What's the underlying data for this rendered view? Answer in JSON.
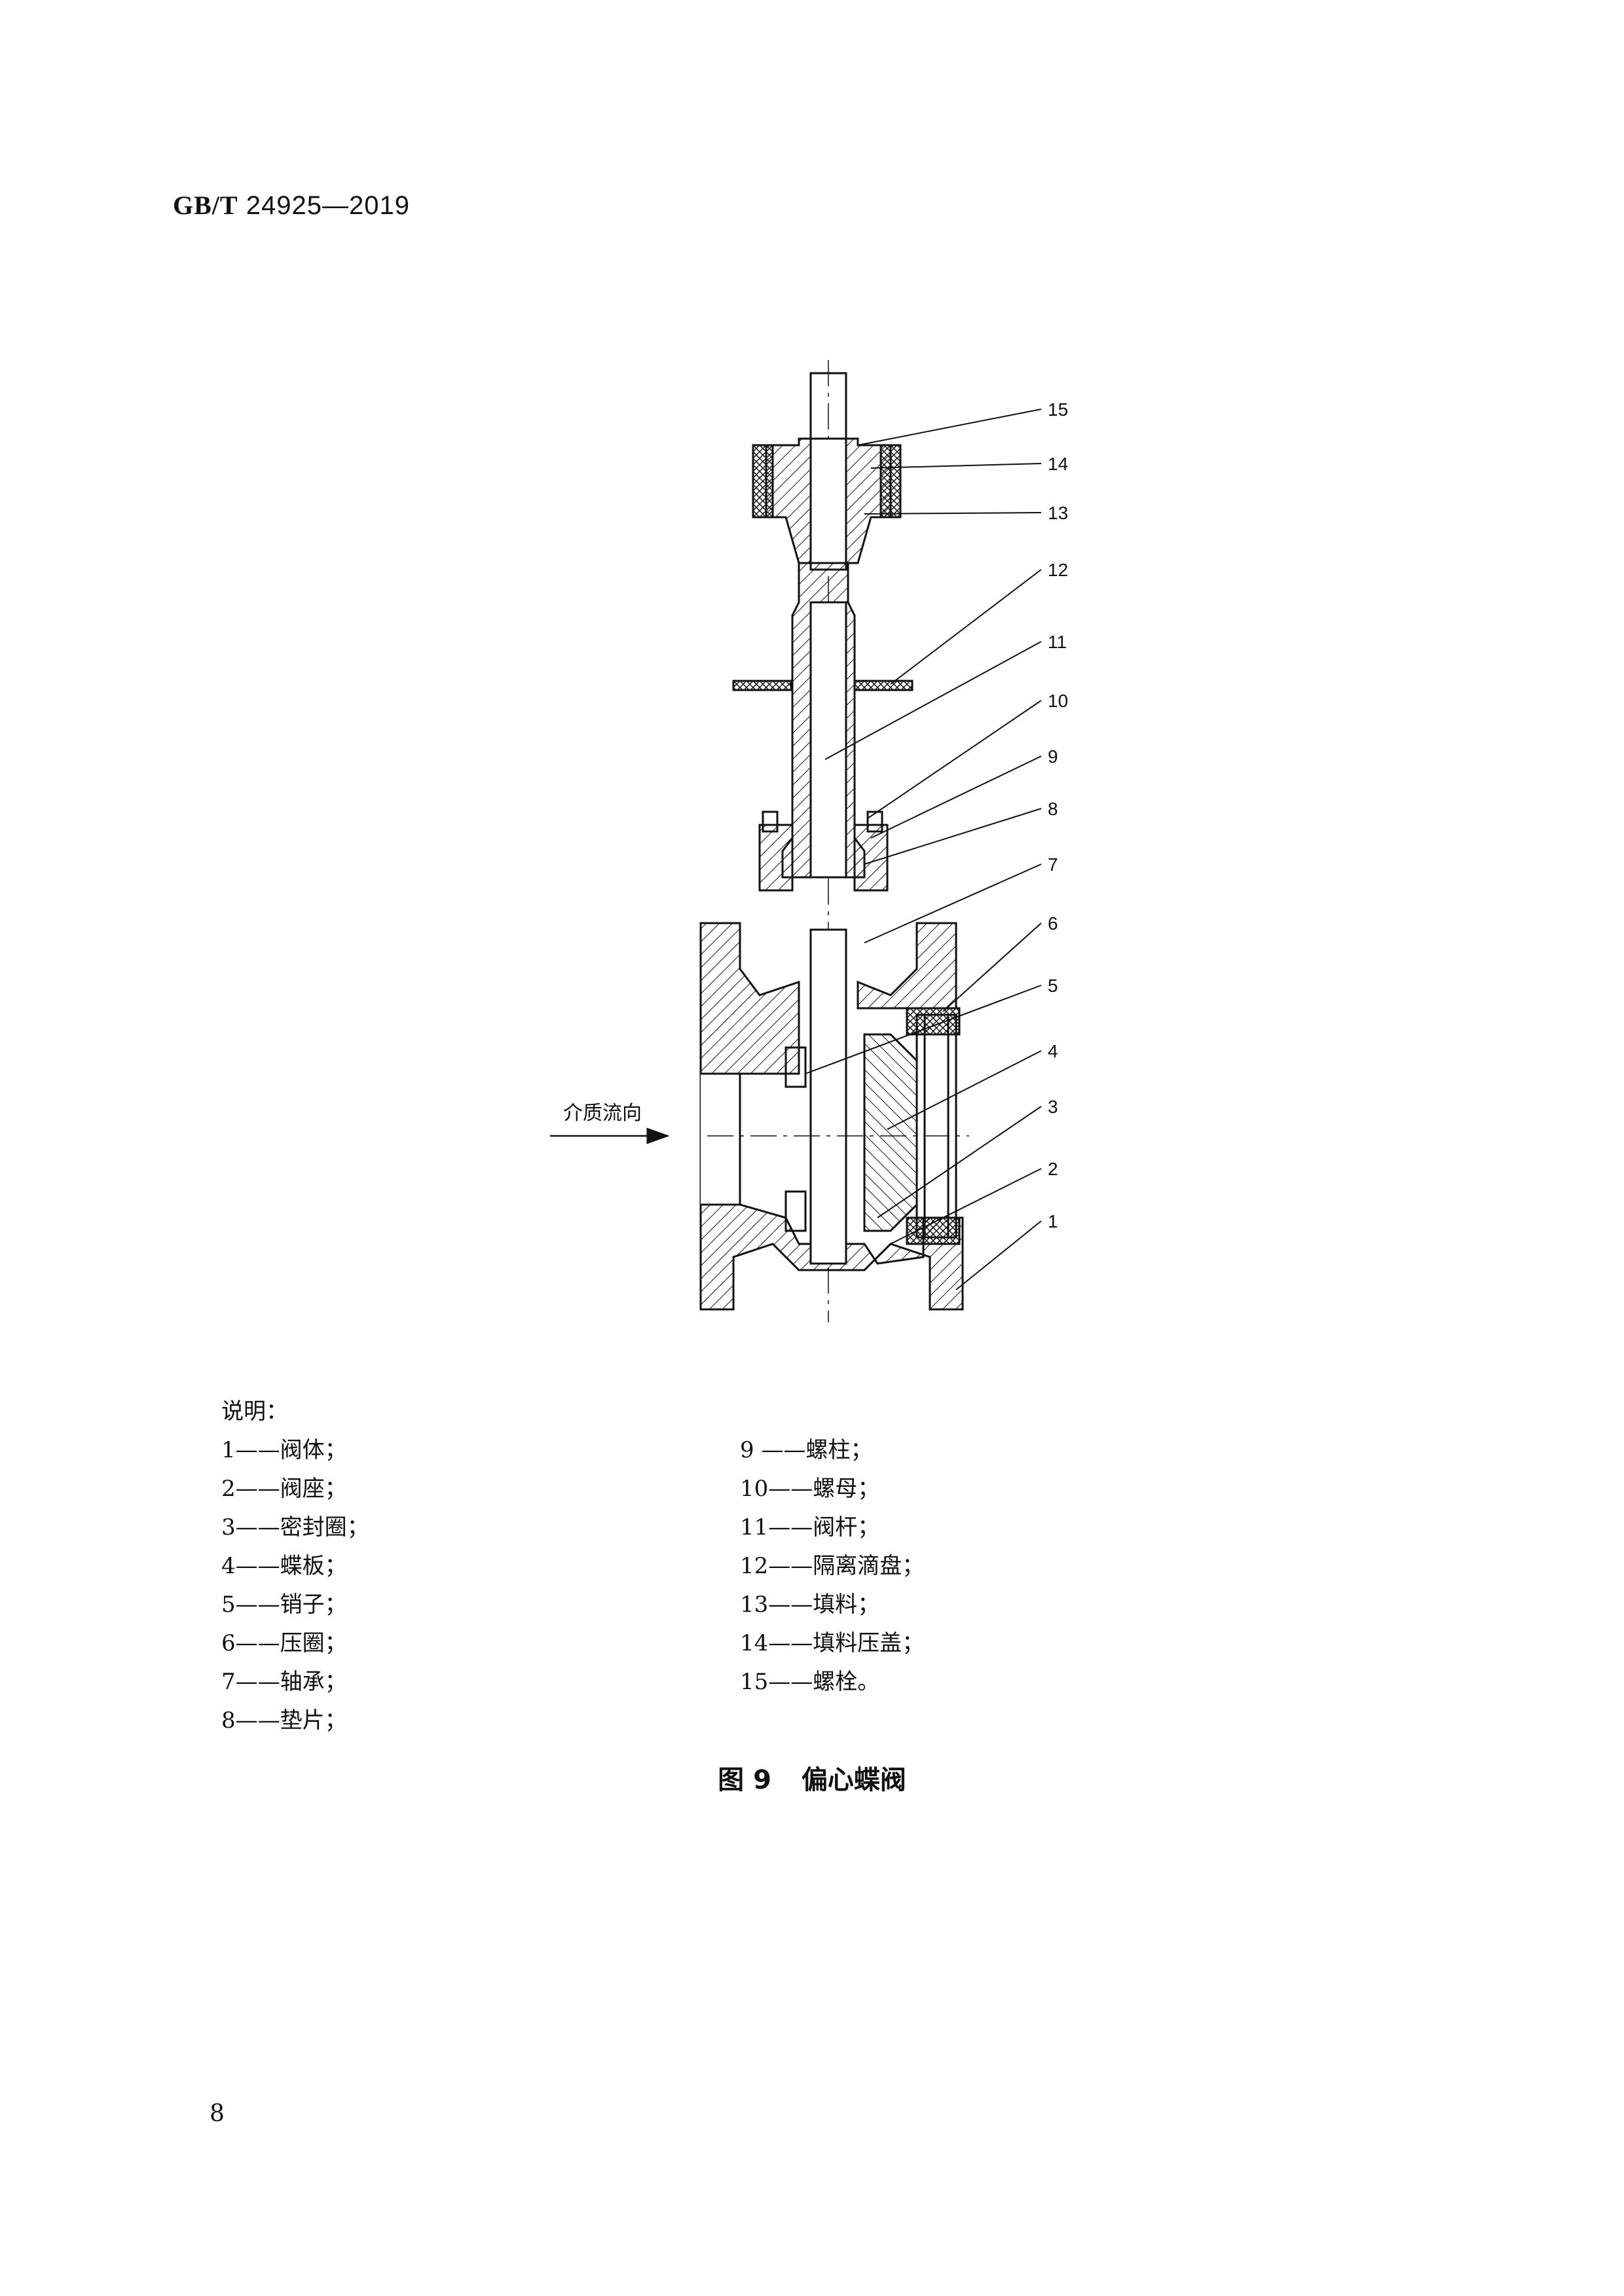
{
  "header": {
    "standard_prefix": "GB/T",
    "standard_number": "24925—2019"
  },
  "figure": {
    "flow_label": "介质流向",
    "callouts": [
      "15",
      "14",
      "13",
      "12",
      "11",
      "10",
      "9",
      "8",
      "7",
      "6",
      "5",
      "4",
      "3",
      "2",
      "1"
    ]
  },
  "legend": {
    "title": "说明：",
    "left": [
      "1——阀体；",
      "2——阀座；",
      "3——密封圈；",
      "4——蝶板；",
      "5——销子；",
      "6——压圈；",
      "7——轴承；",
      "8——垫片；"
    ],
    "right": [
      "9 ——螺柱；",
      "10——螺母；",
      "11——阀杆；",
      "12——隔离滴盘；",
      "13——填料；",
      "14——填料压盖；",
      "15——螺栓。"
    ]
  },
  "caption": {
    "number": "图 9",
    "title": "偏心蝶阀"
  },
  "page_number": "8"
}
